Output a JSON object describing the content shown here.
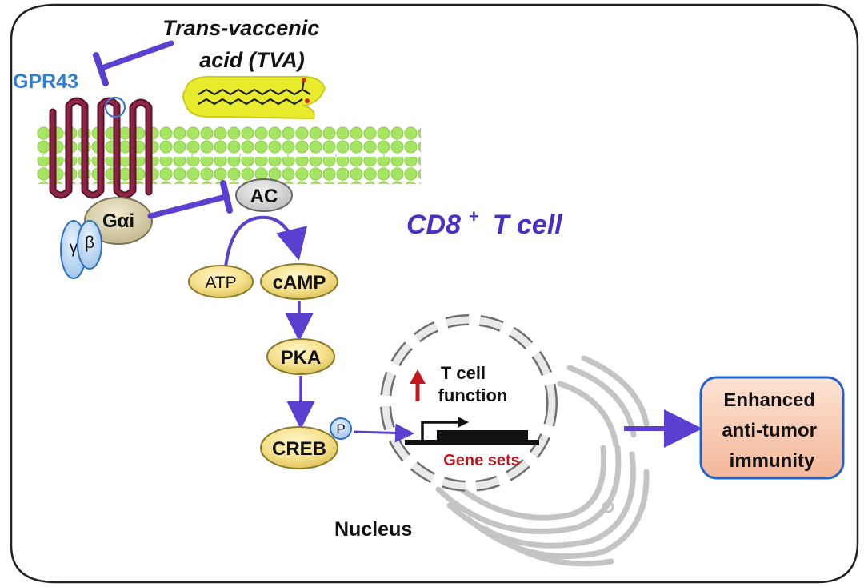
{
  "tva": {
    "line1": "Trans-vaccenic",
    "line2": "acid (TVA)"
  },
  "receptor": {
    "name": "GPR43"
  },
  "proteins": {
    "g_alpha": "Gαi",
    "gamma": "γ",
    "beta": "β",
    "ac": "AC",
    "atp": "ATP",
    "camp": "cAMP",
    "pka": "PKA",
    "creb": "CREB",
    "phospho": "P"
  },
  "cell_label": {
    "main": "CD8",
    "superscript": "+",
    "suffix": "T cell"
  },
  "nucleus": {
    "label": "Nucleus",
    "function_line1": "T cell",
    "function_line2": "function",
    "gene_sets": "Gene sets"
  },
  "outcome": {
    "line1": "Enhanced",
    "line2": "anti-tumor",
    "line3": "immunity"
  },
  "colors": {
    "pathway_arrow": "#5b3fd0",
    "receptor_blue": "#2f7fd6",
    "cell_label": "#4a2fc4",
    "up_arrow": "#c0161c",
    "gene_sets": "#c0161c",
    "membrane_green": "#9fe05a",
    "receptor_helix": "#7a1f3a"
  }
}
